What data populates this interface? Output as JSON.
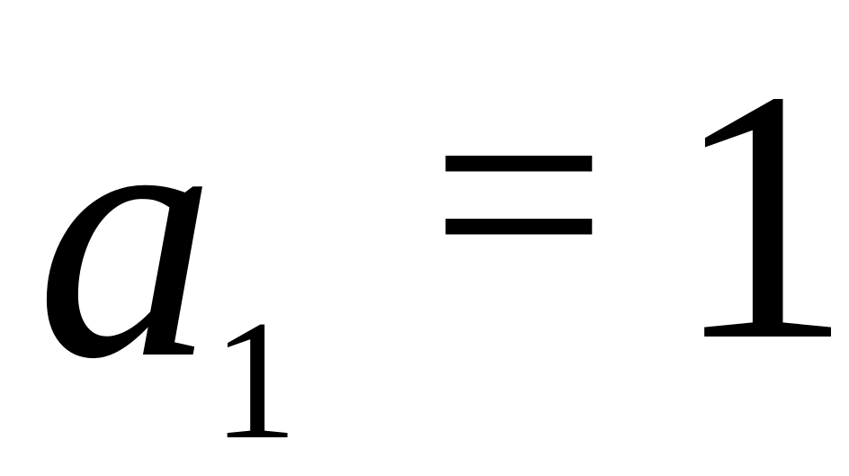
{
  "equation": {
    "variable": "a",
    "subscript": "1",
    "operator": "=",
    "value": "1"
  },
  "colors": {
    "background": "#ffffff",
    "text": "#000000"
  }
}
